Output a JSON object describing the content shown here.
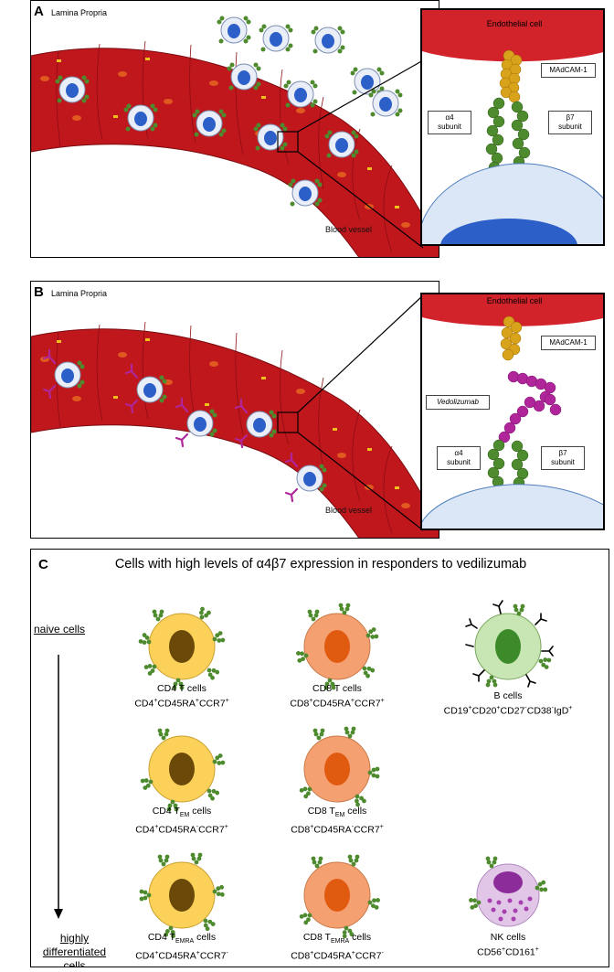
{
  "panelA": {
    "label": "A",
    "lamina": "Lamina Propria",
    "vessel": "Blood vessel",
    "zoom": {
      "endothelial": "Endothelial cell",
      "madcam": "MAdCAM-1",
      "a4_l1": "α4",
      "a4_l2": "subunit",
      "b7_l1": "β7",
      "b7_l2": "subunit"
    }
  },
  "panelB": {
    "label": "B",
    "lamina": "Lamina Propria",
    "vessel": "Blood vessel",
    "zoom": {
      "endothelial": "Endothelial cell",
      "madcam": "MAdCAM-1",
      "vedolizumab": "Vedolizumab",
      "a4_l1": "α4",
      "a4_l2": "subunit",
      "b7_l1": "β7",
      "b7_l2": "subunit"
    }
  },
  "panelC": {
    "label": "C",
    "title": "Cells with high levels of α4β7 expression in responders to vedilizumab",
    "naive": "naive cells",
    "highly_l1": "highly",
    "highly_l2": "differentiated cells",
    "cells": {
      "cd4t": {
        "name": "CD4 T cells",
        "m1": "CD4",
        "m2": "CD45RA",
        "m3": "CCR7",
        "s1": "+",
        "s2": "+",
        "s3": "+"
      },
      "cd8t": {
        "name": "CD8 T cells",
        "m1": "CD8",
        "m2": "CD45RA",
        "m3": "CCR7",
        "s1": "+",
        "s2": "+",
        "s3": "+"
      },
      "bcell": {
        "name": "B cells",
        "m1": "CD19",
        "m2": "CD20",
        "m3": "CD27",
        "m4": "CD38",
        "m5": "IgD",
        "s1": "+",
        "s2": "+",
        "s3": "-",
        "s4": "-",
        "s5": "+"
      },
      "cd4em": {
        "pre": "CD4 T",
        "sub": "EM",
        "post": " cells",
        "m1": "CD4",
        "m2": "CD45RA",
        "m3": "CCR7",
        "s1": "+",
        "s2": "-",
        "s3": "+"
      },
      "cd8em": {
        "pre": "CD8 T",
        "sub": "EM",
        "post": " cells",
        "m1": "CD8",
        "m2": "CD45RA",
        "m3": "CCR7",
        "s1": "+",
        "s2": "-",
        "s3": "+"
      },
      "cd4emra": {
        "pre": "CD4 T",
        "sub": "EMRA",
        "post": " cells",
        "m1": "CD4",
        "m2": "CD45RA",
        "m3": "CCR7",
        "s1": "+",
        "s2": "+",
        "s3": "-"
      },
      "cd8emra": {
        "pre": "CD8 T",
        "sub": "EMRA",
        "post": " cells",
        "m1": "CD8",
        "m2": "CD45RA",
        "m3": "CCR7",
        "s1": "+",
        "s2": "+",
        "s3": "-"
      },
      "nk": {
        "name": "NK cells",
        "m1": "CD56",
        "m2": "CD161",
        "s1": "+",
        "s2": "+"
      }
    }
  },
  "colors": {
    "vessel": "#c0171d",
    "endothelial": "#d2232a",
    "integrin_green": "#4e8a2e",
    "madcam_gold": "#d9a21b",
    "vedolizumab": "#b0269a",
    "nucleus_blue": "#2d5fc9",
    "cd4_cell": "#fbd15a",
    "cd8_cell": "#f4a070",
    "b_cell": "#c8e6b4",
    "nk_cell": "#e2c6e8"
  }
}
